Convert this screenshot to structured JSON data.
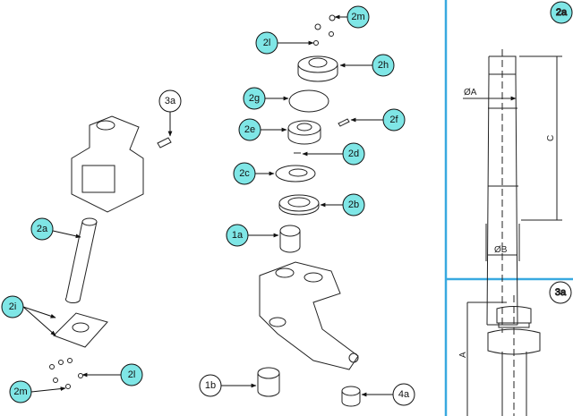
{
  "callouts": {
    "c2m_top": "2m",
    "c2l_top": "2l",
    "c2h": "2h",
    "c2g": "2g",
    "c2f": "2f",
    "c2e": "2e",
    "c2d": "2d",
    "c2c": "2c",
    "c2b": "2b",
    "c1a": "1a",
    "c3a": "3a",
    "c2a": "2a",
    "c2i": "2i",
    "c2l_bot": "2l",
    "c2m_bot": "2m",
    "c1b": "1b",
    "c4a": "4a"
  },
  "detail_pin": {
    "callout": "2a",
    "dim_a": "ØA",
    "dim_b": "ØB",
    "dim_c": "C"
  },
  "detail_bolt": {
    "callout": "3a",
    "dim_a": "A"
  },
  "colors": {
    "callout_fill": "#7fe6e6",
    "divider": "#39a9e0"
  }
}
